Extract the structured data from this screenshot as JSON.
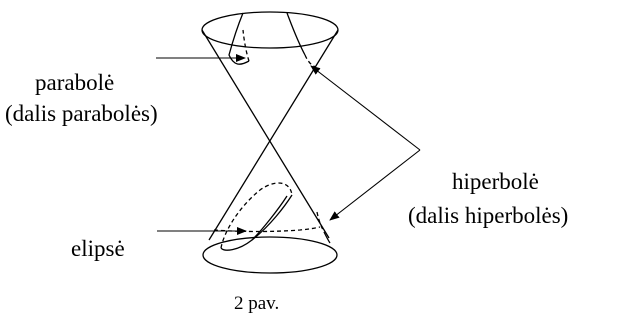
{
  "labels": {
    "parabole": "parabolė",
    "parabole_part": "(dalis parabolės)",
    "hiperbole": "hiperbolė",
    "hiperbole_part": "(dalis hiperbolės)",
    "elipse": "elipsė"
  },
  "caption": "2 pav."
}
